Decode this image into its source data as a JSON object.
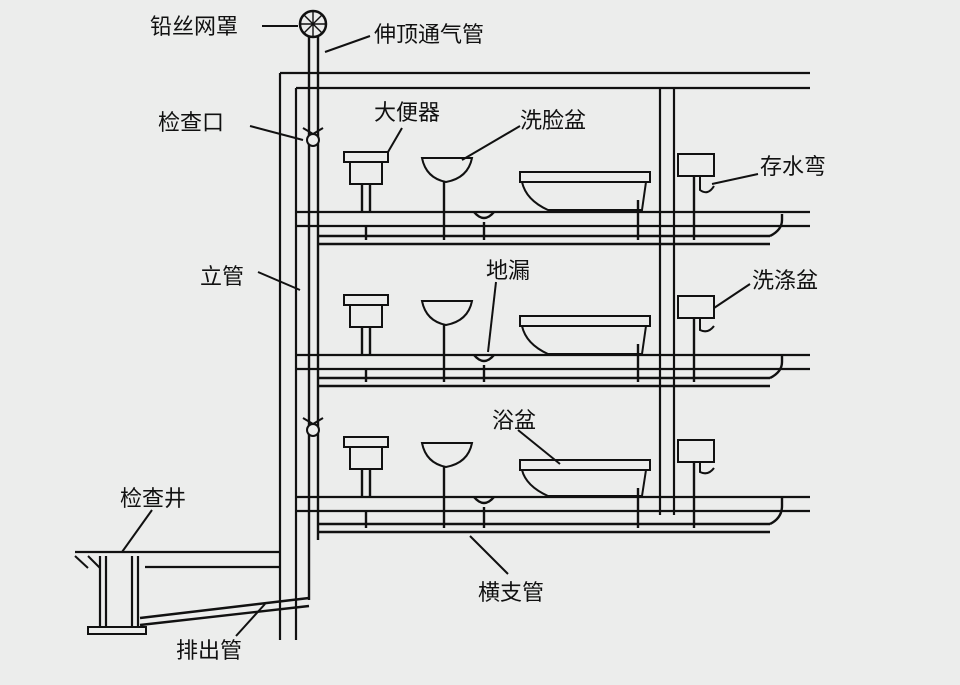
{
  "labels": {
    "wire_mesh_cap": "铅丝网罩",
    "vent_stack": "伸顶通气管",
    "cleanout": "检查口",
    "toilet": "大便器",
    "washbasin": "洗脸盆",
    "trap": "存水弯",
    "stack": "立管",
    "floor_drain": "地漏",
    "sink": "洗涤盆",
    "bathtub": "浴盆",
    "inspection_well": "检查井",
    "branch_pipe": "横支管",
    "drain_pipe": "排出管"
  },
  "colors": {
    "line": "#111111",
    "background": "#ecedec"
  }
}
